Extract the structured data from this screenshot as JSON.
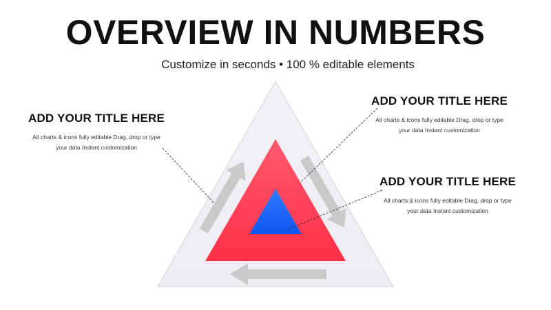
{
  "header": {
    "title": "OVERVIEW IN NUMBERS",
    "subtitle": "Customize in seconds • 100 % editable elements"
  },
  "callouts": [
    {
      "title": "ADD YOUR TITLE HERE",
      "body": "All charts & icons fully editable Drag, drop or type your data Instant customization"
    },
    {
      "title": "ADD YOUR TITLE HERE",
      "body": "All charts & icons fully editable Drag, drop or type your data Instant customization"
    },
    {
      "title": "ADD YOUR TITLE HERE",
      "body": "All charts & icons fully editable Drag, drop or type your data Instant customization"
    }
  ],
  "colors": {
    "outer_triangle": "#f1eff3",
    "middle_triangle_top": "#ff5a6e",
    "middle_triangle_bottom": "#ff2f48",
    "inner_triangle_top": "#2f7bff",
    "inner_triangle_bottom": "#0f56f0",
    "arrows": "#c9c9c9"
  },
  "icons": {
    "arrow_left_side": "arrow-up-icon",
    "arrow_right_side": "arrow-down-icon",
    "arrow_bottom": "arrow-left-icon"
  }
}
